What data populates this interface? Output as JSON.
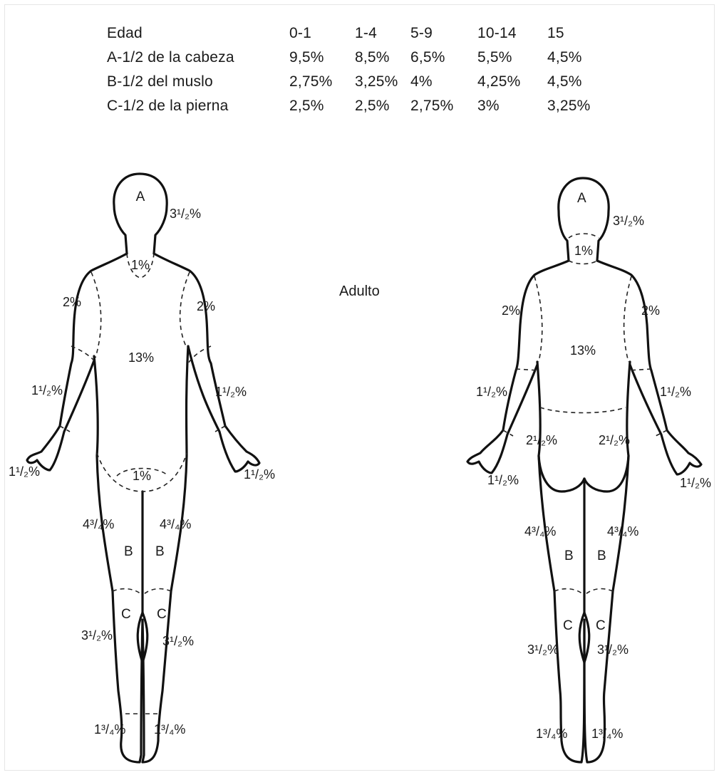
{
  "table": {
    "header": [
      "Edad",
      "0-1",
      "1-4",
      "5-9",
      "10-14",
      "15"
    ],
    "rows": [
      [
        "A-1/2 de la cabeza",
        "9,5%",
        "8,5%",
        "6,5%",
        "5,5%",
        "4,5%"
      ],
      [
        "B-1/2 del muslo",
        "2,75%",
        "3,25%",
        "4%",
        "4,25%",
        "4,5%"
      ],
      [
        "C-1/2 de la pierna",
        "2,5%",
        "2,5%",
        "2,75%",
        "3%",
        "3,25%"
      ]
    ]
  },
  "center_label": "Adulto",
  "front": {
    "head_letter": "A",
    "head_pct": "3¹/₂%",
    "neck_pct": "1%",
    "upper_arm_left": "2%",
    "upper_arm_right": "2%",
    "trunk_pct": "13%",
    "forearm_left": "1¹/₂%",
    "forearm_right": "1¹/₂%",
    "hand_left": "1¹/₂%",
    "hand_right": "1¹/₂%",
    "genital_pct": "1%",
    "thigh_left": "4³/₄%",
    "thigh_right": "4³/₄%",
    "thigh_letter": "B",
    "leg_letter": "C",
    "leg_left": "3¹/₂%",
    "leg_right": "3¹/₂%",
    "foot_left": "1³/₄%",
    "foot_right": "1³/₄%"
  },
  "back": {
    "head_letter": "A",
    "head_pct": "3¹/₂%",
    "neck_pct": "1%",
    "upper_arm_left": "2%",
    "upper_arm_right": "2%",
    "trunk_pct": "13%",
    "forearm_left": "1¹/₂%",
    "forearm_right": "1¹/₂%",
    "buttock_left": "2¹/₂%",
    "buttock_right": "2¹/₂%",
    "hand_left": "1¹/₂%",
    "hand_right": "1¹/₂%",
    "thigh_left": "4³/₄%",
    "thigh_right": "4³/₄%",
    "thigh_letter": "B",
    "leg_letter": "C",
    "leg_left": "3¹/₂%",
    "leg_right": "3¹/₂%",
    "foot_left": "1³/₄%",
    "foot_right": "1³/₄%"
  }
}
